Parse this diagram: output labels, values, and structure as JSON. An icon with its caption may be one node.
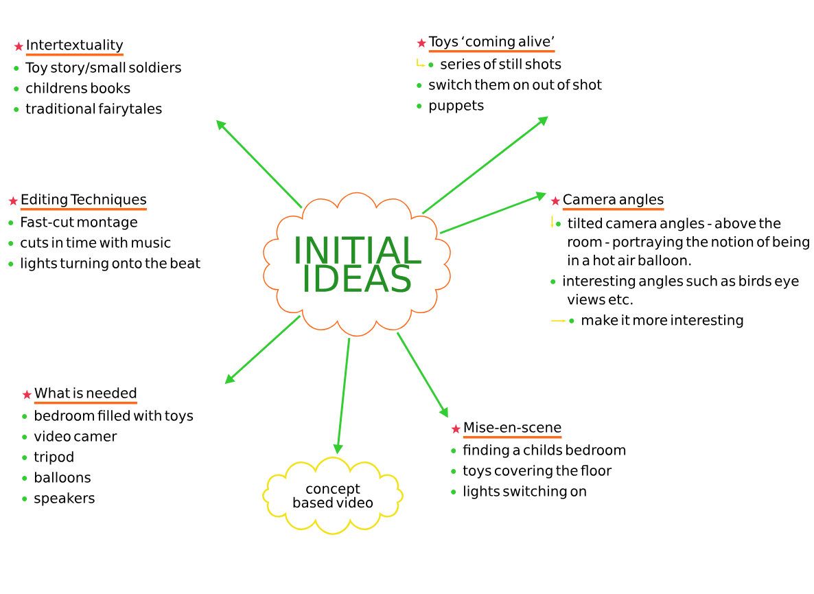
{
  "diagram": {
    "nodes": [
      {
        "text": [
          "INITIAL IDEAS"
        ]
      },
      {
        "text": [
          "Intertextuality",
          "Toy story/small soldiers",
          "childrens books",
          "traditional fairytales"
        ]
      },
      {
        "text": [
          "Toys ‘coming alive’",
          "series of still shots",
          "switch them on out of shot",
          "puppets"
        ]
      },
      {
        "text": [
          "Camera angles",
          "tilted camera angles - above the room - portraying the notion of being in a hot air balloon.",
          "interesting angles such as birds eye views etc.",
          "make it more interesting"
        ]
      },
      {
        "text": [
          "What is needed",
          "bedroom filled with toys",
          "video camer",
          "tripod",
          "balloons",
          "speakers"
        ]
      },
      {
        "text": [
          "concept based video"
        ]
      },
      {
        "text": [
          "Mise-en-scene",
          "finding a childs bedroom",
          "toys covering the floor",
          "lights switching on"
        ]
      },
      {
        "text": [
          "Editing Techniques",
          "Fast-cut montage",
          "cuts in time with music",
          "lights turning onto the beat"
        ]
      }
    ],
    "edges": [
      {
        "from": 0,
        "to": 1,
        "arrow": "to"
      },
      {
        "from": 0,
        "to": 2,
        "arrow": "to"
      },
      {
        "from": 0,
        "to": 3,
        "arrow": "to"
      },
      {
        "from": 0,
        "to": 4,
        "arrow": "to"
      },
      {
        "from": 0,
        "to": 5,
        "arrow": "to"
      },
      {
        "from": 0,
        "to": 6,
        "arrow": "to"
      }
    ]
  }
}
